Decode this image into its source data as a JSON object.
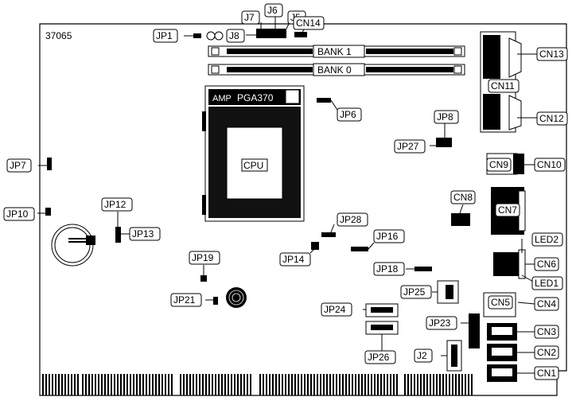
{
  "board": {
    "part_number": "37065",
    "bank1": "BANK 1",
    "bank0": "BANK 0",
    "socket_vendor": "AMP",
    "socket_name": "PGA370",
    "cpu": "CPU"
  },
  "labels": {
    "jp1": "JP1",
    "j8": "J8",
    "j7": "J7",
    "j6": "J6",
    "j5": "J5",
    "cn14": "CN14",
    "cn13": "CN13",
    "cn11": "CN11",
    "cn12": "CN12",
    "jp6": "JP6",
    "jp8": "JP8",
    "jp27": "JP27",
    "cn9": "CN9",
    "cn10": "CN10",
    "jp7": "JP7",
    "cn8": "CN8",
    "cn7": "CN7",
    "jp10": "JP10",
    "jp12": "JP12",
    "jp13": "JP13",
    "jp28": "JP28",
    "jp16": "JP16",
    "led2": "LED2",
    "cn6": "CN6",
    "jp14": "JP14",
    "jp19": "JP19",
    "jp18": "JP18",
    "led1": "LED1",
    "jp25": "JP25",
    "cn5": "CN5",
    "cn4": "CN4",
    "jp21": "JP21",
    "jp24": "JP24",
    "jp23": "JP23",
    "cn3": "CN3",
    "jp26": "JP26",
    "cn2": "CN2",
    "j2": "J2",
    "cn1": "CN1"
  }
}
